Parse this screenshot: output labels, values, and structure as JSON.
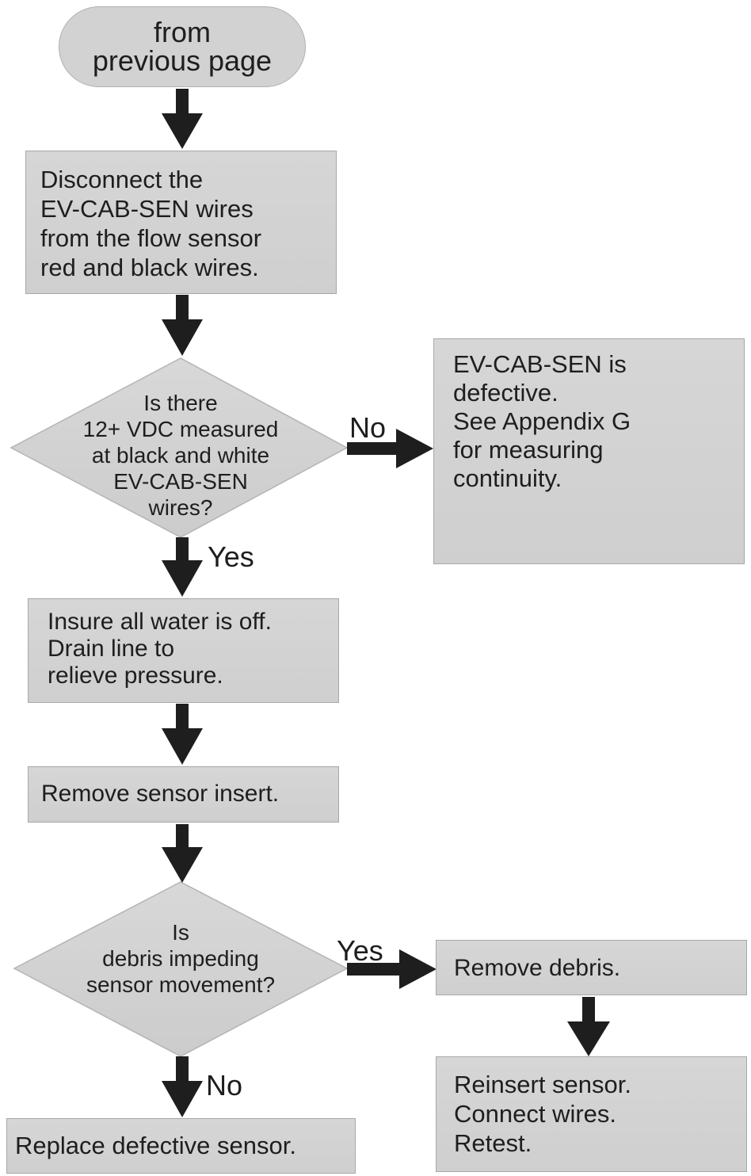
{
  "start": {
    "text": "from\nprevious page"
  },
  "steps": {
    "disconnect": "Disconnect the\nEV-CAB-SEN wires\nfrom the flow sensor\nred and black wires.",
    "defective_cable": "EV-CAB-SEN is\ndefective.\nSee Appendix G\nfor measuring\ncontinuity.",
    "water_off": "Insure all water is off.\nDrain line to\nrelieve pressure.",
    "remove_insert": "Remove sensor insert.",
    "remove_debris": "Remove debris.",
    "reinsert": "Reinsert sensor.\nConnect wires.\nRetest.",
    "replace": "Replace defective sensor."
  },
  "decisions": {
    "voltage": "Is there\n12+ VDC measured\nat black and white\nEV-CAB-SEN\nwires?",
    "debris": "Is\ndebris impeding\nsensor movement?"
  },
  "labels": {
    "voltage_no": "No",
    "voltage_yes": "Yes",
    "debris_yes": "Yes",
    "debris_no": "No"
  }
}
